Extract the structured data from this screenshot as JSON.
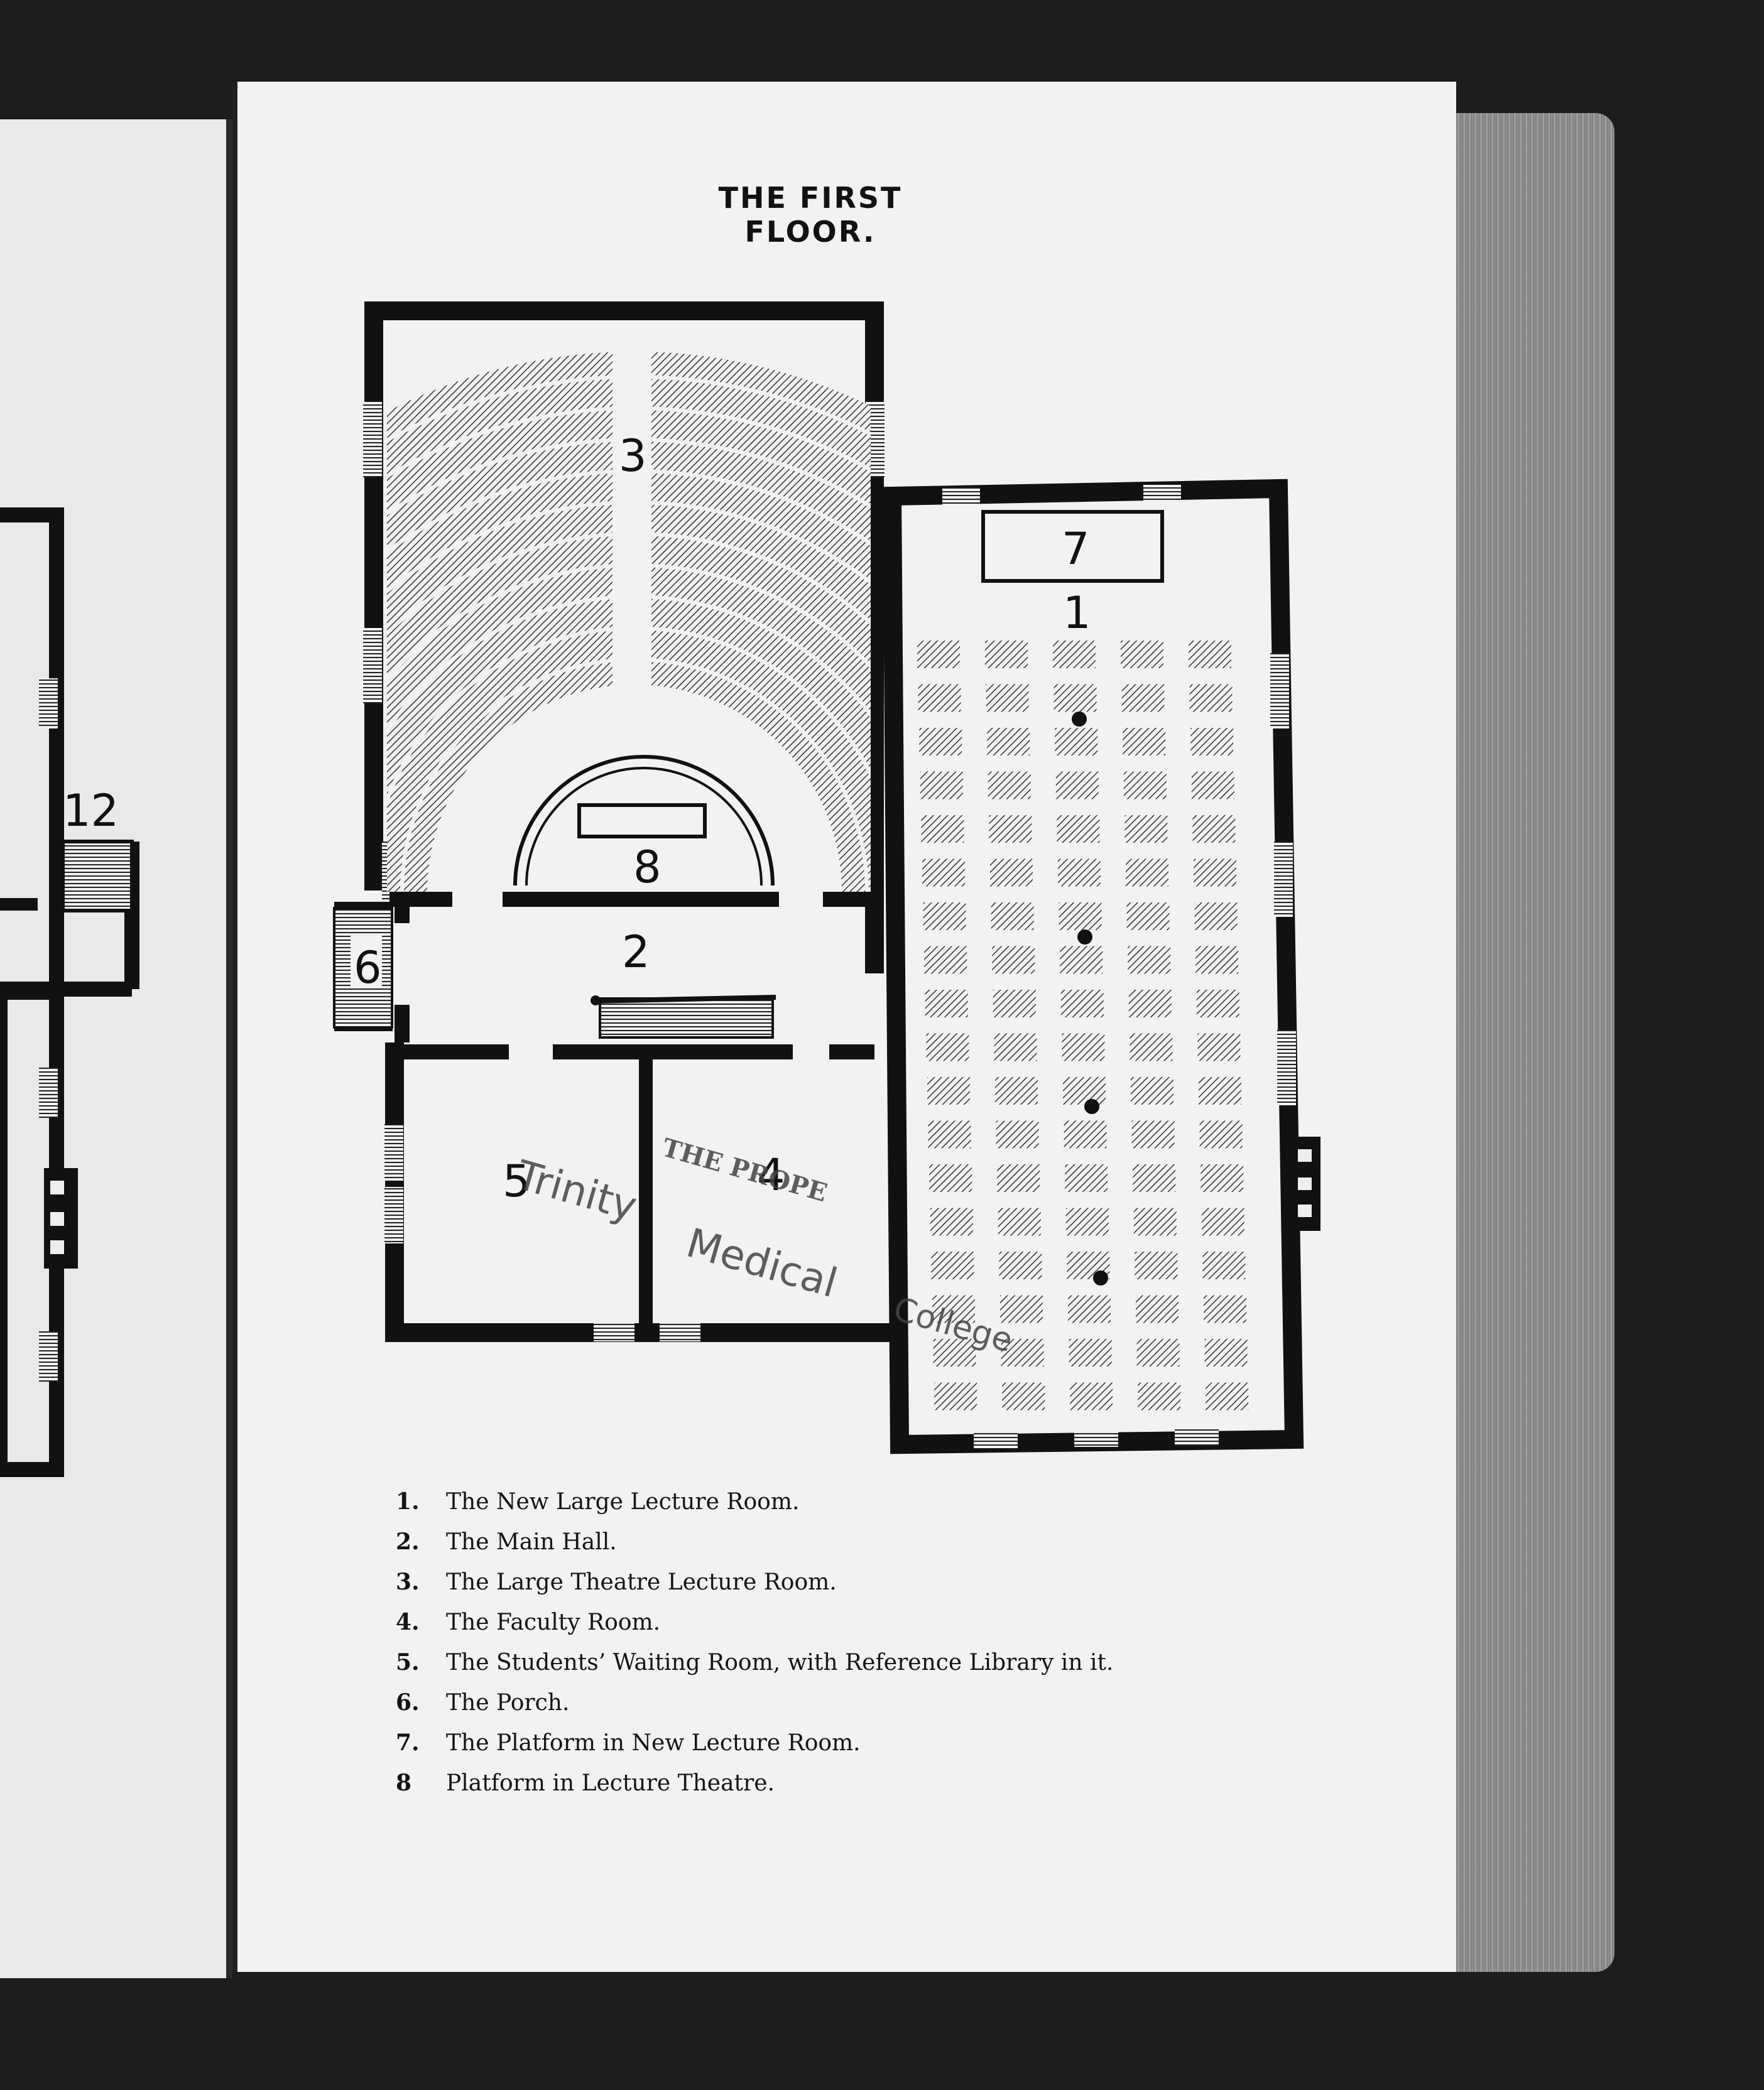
{
  "page": {
    "title": "THE FIRST FLOOR."
  },
  "rooms": {
    "r1": "1",
    "r2": "2",
    "r3": "3",
    "r4": "4",
    "r5": "5",
    "r6": "6",
    "r7": "7",
    "r8": "8",
    "r12": "12"
  },
  "stamp": {
    "line1": "Trinity",
    "line2": "THE PROPE",
    "line3": "Medical",
    "line4": "College"
  },
  "legend": [
    {
      "num": "1.",
      "text": "The New Large Lecture Room."
    },
    {
      "num": "2.",
      "text": "The Main Hall."
    },
    {
      "num": "3.",
      "text": "The Large Theatre  Lecture Room."
    },
    {
      "num": "4.",
      "text": "The Faculty Room."
    },
    {
      "num": "5.",
      "text": "The Students’ Waiting Room, with Reference Library in it."
    },
    {
      "num": "6.",
      "text": "The Porch."
    },
    {
      "num": "7.",
      "text": "The Platform in New  Lecture Room."
    },
    {
      "num": "8",
      "text": "Platform in Lecture Theatre."
    }
  ]
}
